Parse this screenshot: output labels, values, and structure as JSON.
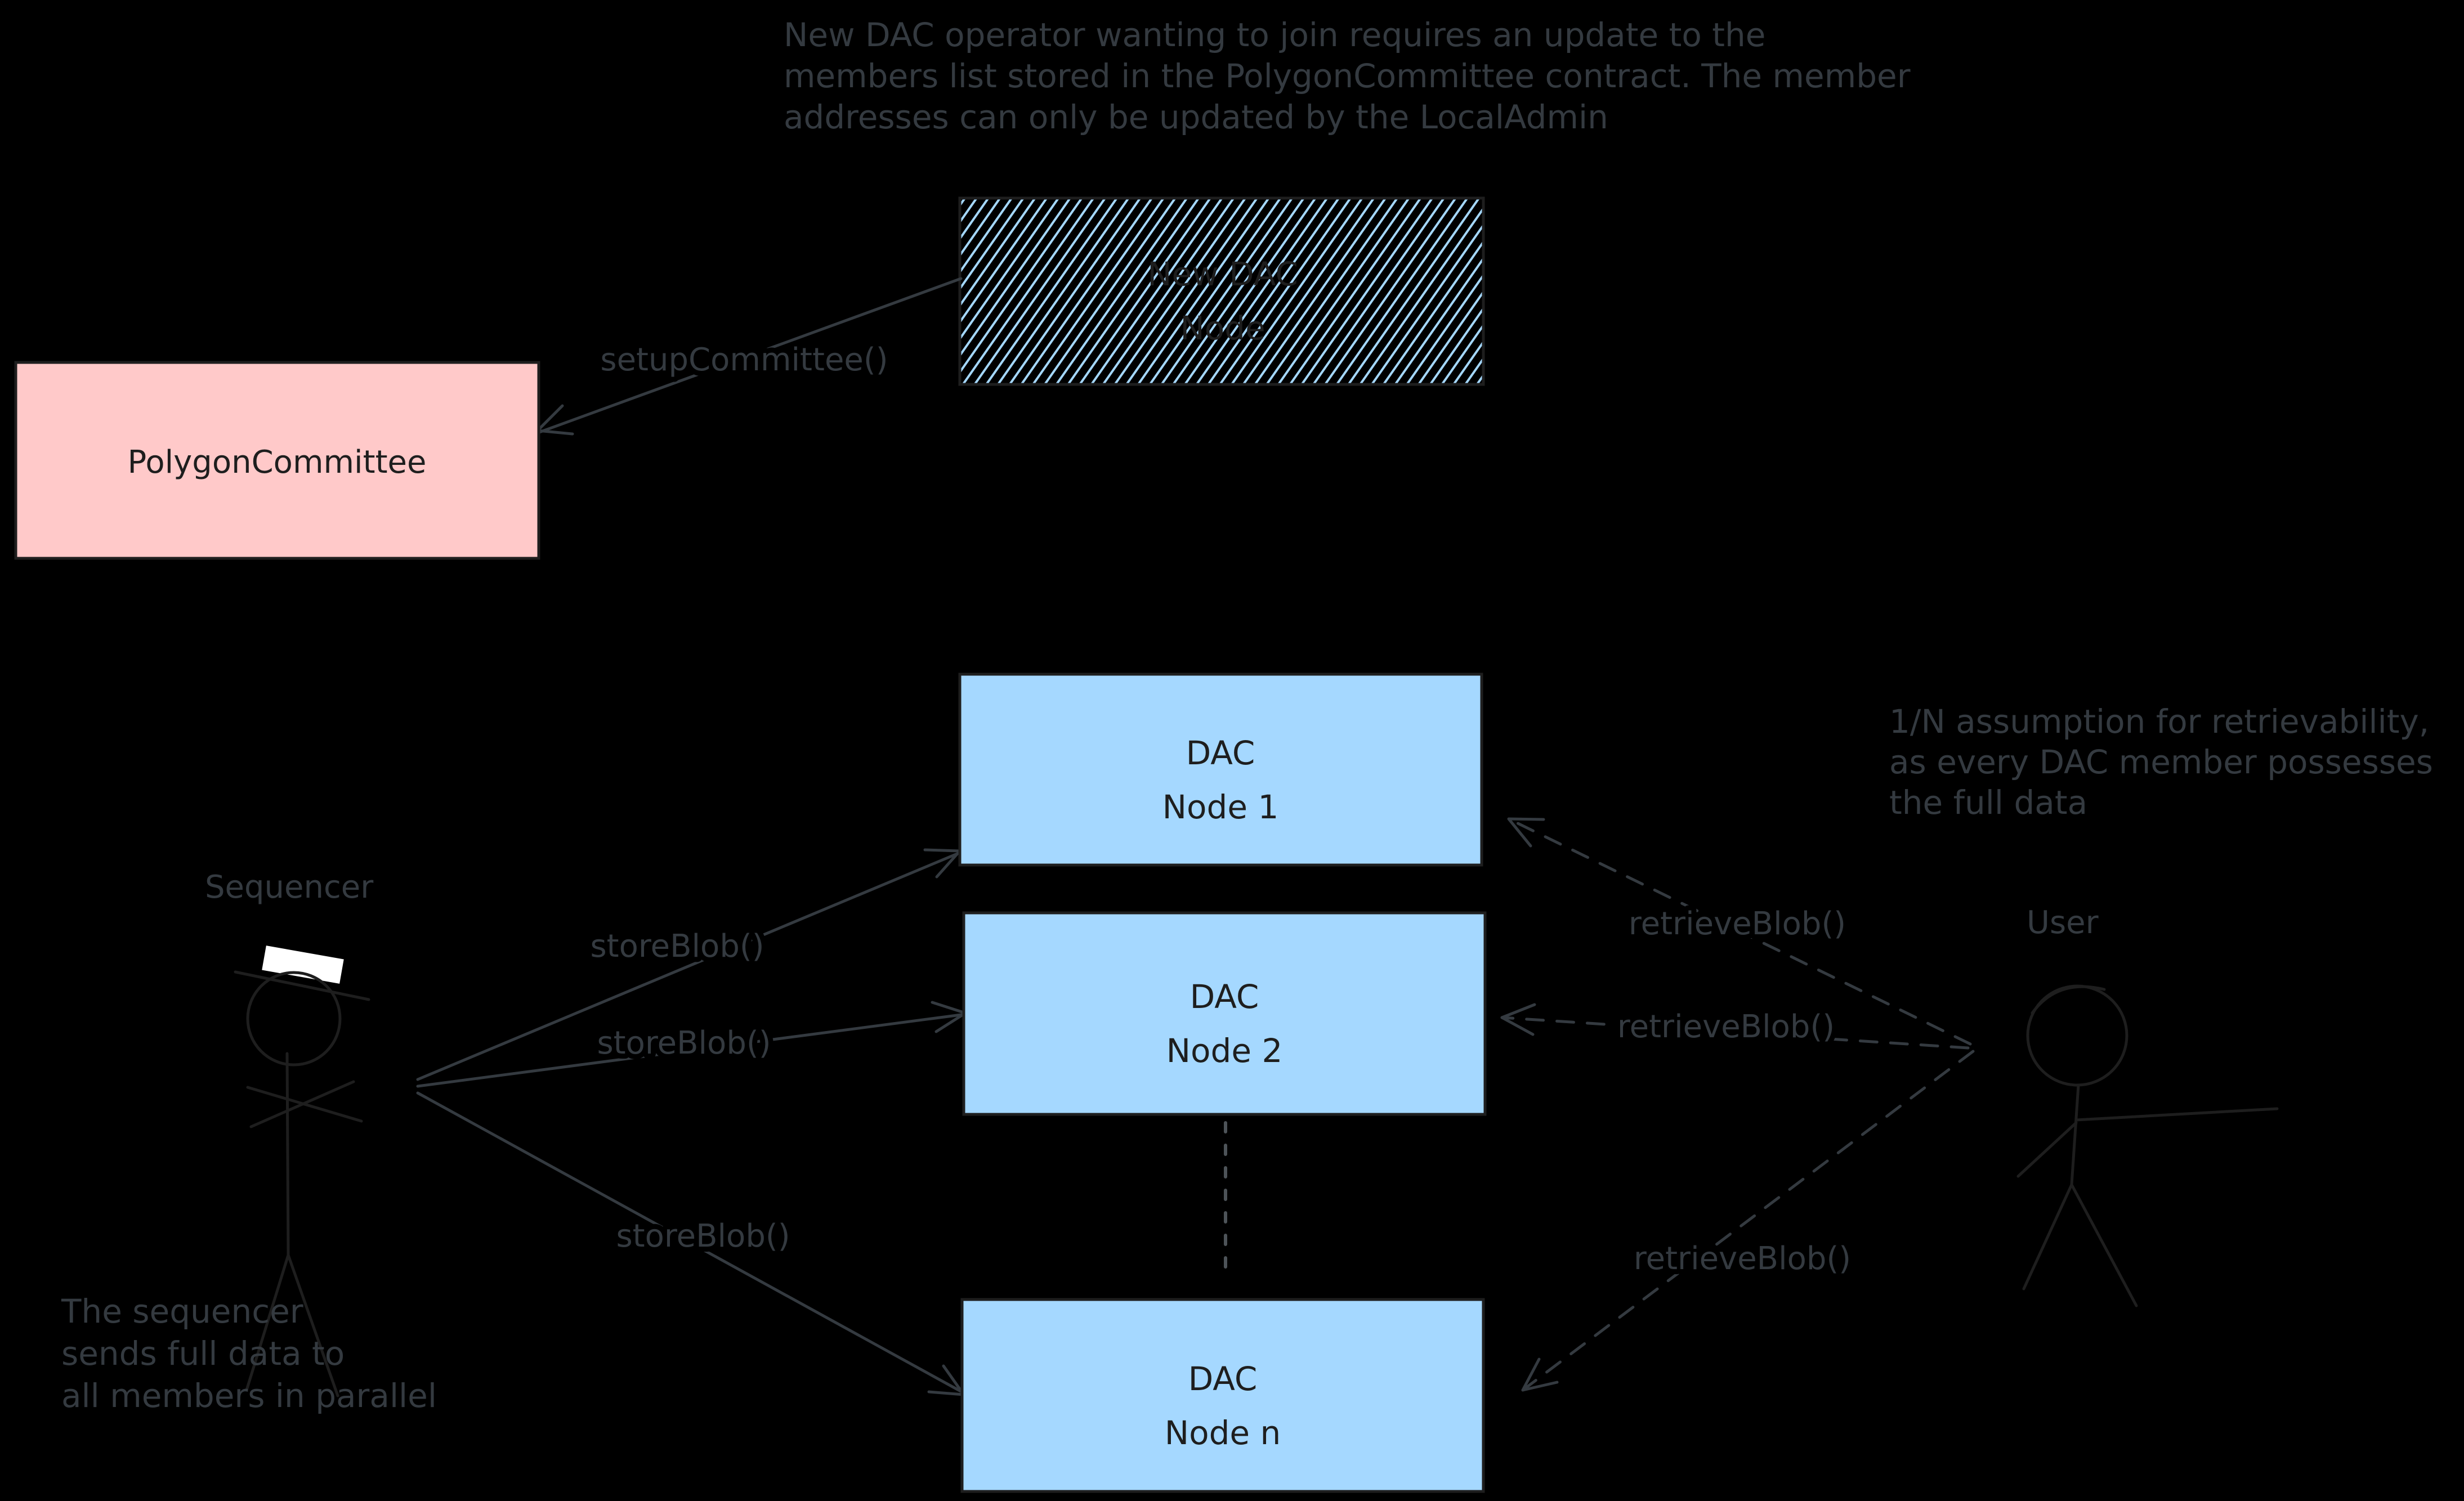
{
  "canvas": {
    "background": "#000000"
  },
  "palette": {
    "ink_gray": "#343a40",
    "ink_black": "#1e1e1e",
    "box_blue": "#a5d8ff",
    "box_pink": "#ffc9c9",
    "hatch_blue": "#a5d8ff",
    "dot_gray": "#4d5358",
    "hat_white": "#ffffff"
  },
  "notes": {
    "top": {
      "line1": "New DAC operator wanting to join requires an update to the",
      "line2": "members list stored in the PolygonCommittee contract. The member",
      "line3": "addresses can only be updated by the LocalAdmin"
    },
    "retrievability": {
      "line1": "1/N assumption for retrievability,",
      "line2": "as every DAC member possesses",
      "line3": "the full data"
    },
    "sequencer": {
      "line1": "The sequencer",
      "line2": "sends full data to",
      "line3": "all members in parallel"
    }
  },
  "actors": {
    "sequencer": {
      "label": "Sequencer"
    },
    "user": {
      "label": "User"
    }
  },
  "boxes": {
    "new_dac_node": {
      "line1": "New DAC",
      "line2": "Node"
    },
    "polygon_committee": {
      "label": "PolygonCommittee"
    },
    "dac_node_1": {
      "line1": "DAC",
      "line2": "Node 1"
    },
    "dac_node_2": {
      "line1": "DAC",
      "line2": "Node 2"
    },
    "dac_node_n": {
      "line1": "DAC",
      "line2": "Node n"
    }
  },
  "edges": {
    "setup_committee": {
      "label": "setupCommittee()"
    },
    "store_blob_1": {
      "label": "storeBlob()"
    },
    "store_blob_2": {
      "label": "storeBlob()"
    },
    "store_blob_3": {
      "label": "storeBlob()"
    },
    "retrieve_blob_1": {
      "label": "retrieveBlob()"
    },
    "retrieve_blob_2": {
      "label": "retrieveBlob()"
    },
    "retrieve_blob_3": {
      "label": "retrieveBlob()"
    }
  }
}
